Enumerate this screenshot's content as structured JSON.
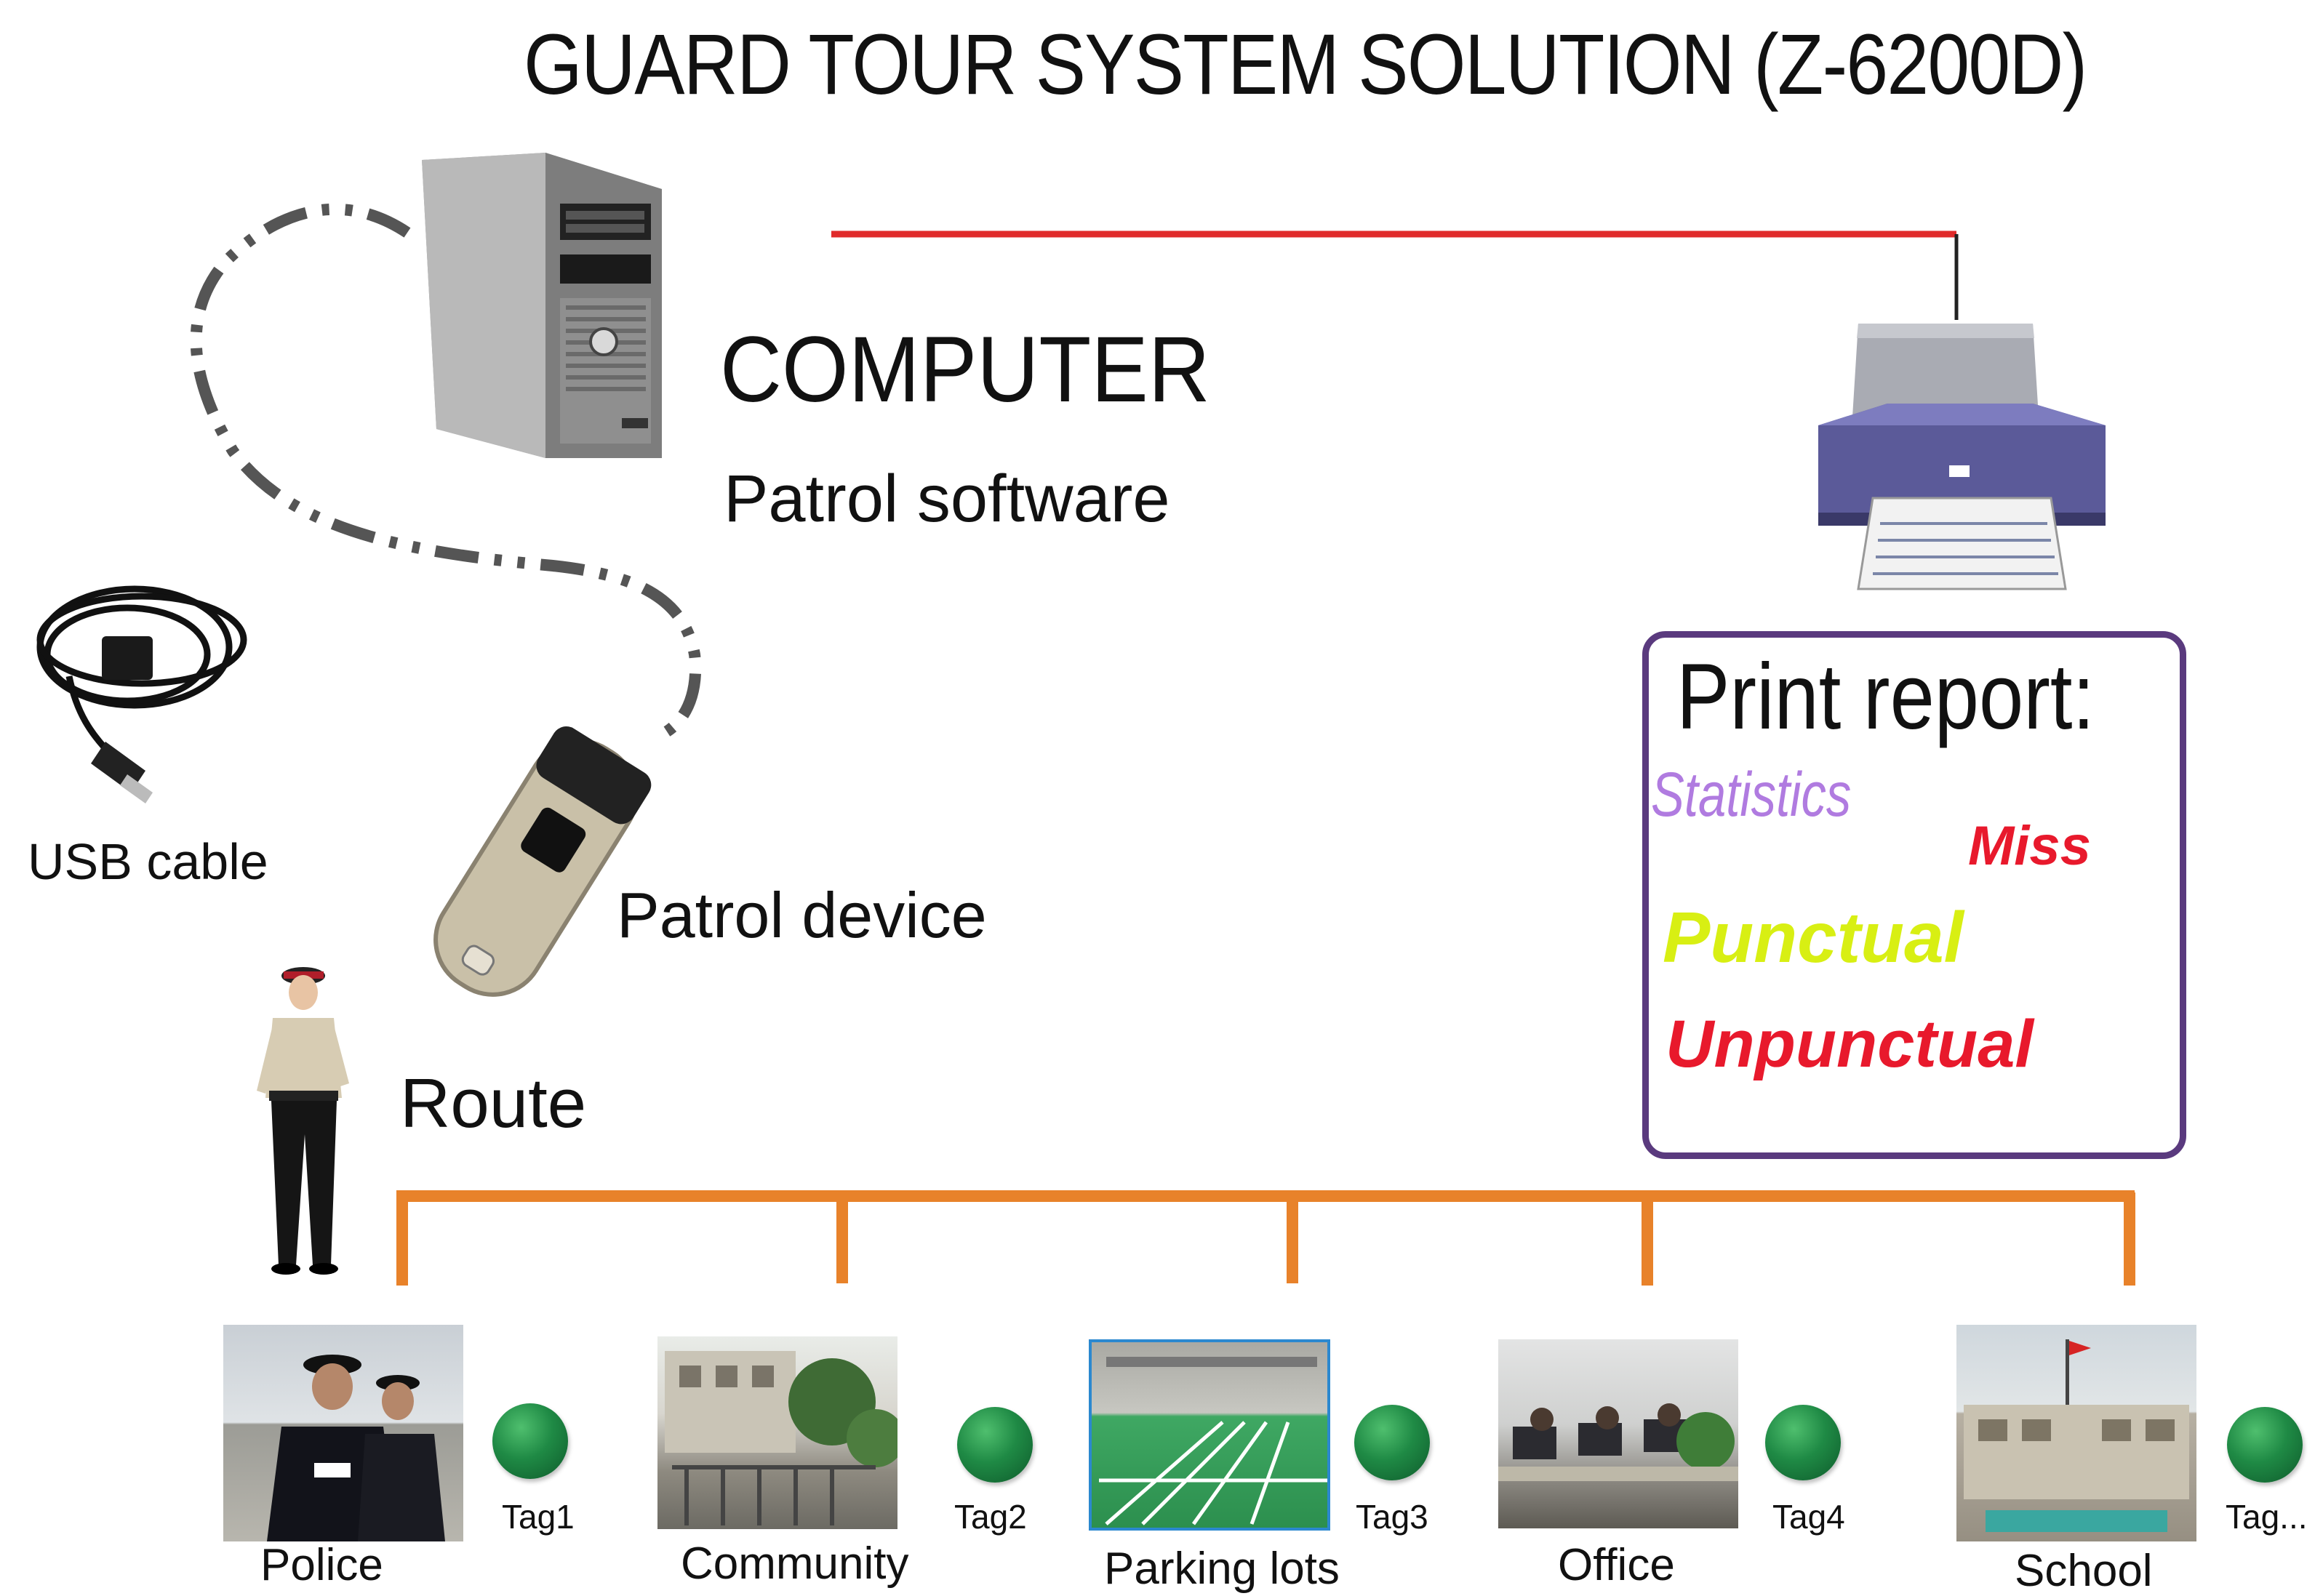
{
  "title": "GUARD TOUR SYSTEM SOLUTION  (Z-6200D)",
  "computer": {
    "label": "COMPUTER",
    "software": "Patrol software"
  },
  "usb_cable": {
    "label": "USB cable"
  },
  "patrol_device": {
    "label": "Patrol device"
  },
  "route": {
    "label": "Route"
  },
  "report": {
    "title": "Print report:",
    "items": {
      "statistics": "Statistics",
      "miss": "Miss",
      "punctual": "Punctual",
      "unpunctual": "Unpunctual"
    }
  },
  "colors": {
    "route_line": "#e8822a",
    "printer_link": "#e02b2b",
    "cable_dash": "#555555",
    "report_border": "#5a3a7e",
    "statistics": "#b07be0",
    "miss": "#e8192c",
    "punctual": "#d8ef13",
    "unpunctual": "#e8192c",
    "tag": "#1f8a45"
  },
  "locations": [
    {
      "name": "Police",
      "tag": "Tag1"
    },
    {
      "name": "Community",
      "tag": "Tag2"
    },
    {
      "name": "Parking lots",
      "tag": "Tag3"
    },
    {
      "name": "Office",
      "tag": "Tag4"
    },
    {
      "name": "School",
      "tag": "Tag..."
    }
  ],
  "icons": [
    "computer-tower-icon",
    "printer-icon",
    "usb-cable-icon",
    "patrol-device-icon",
    "guard-figure-icon",
    "rfid-tag-icon"
  ]
}
